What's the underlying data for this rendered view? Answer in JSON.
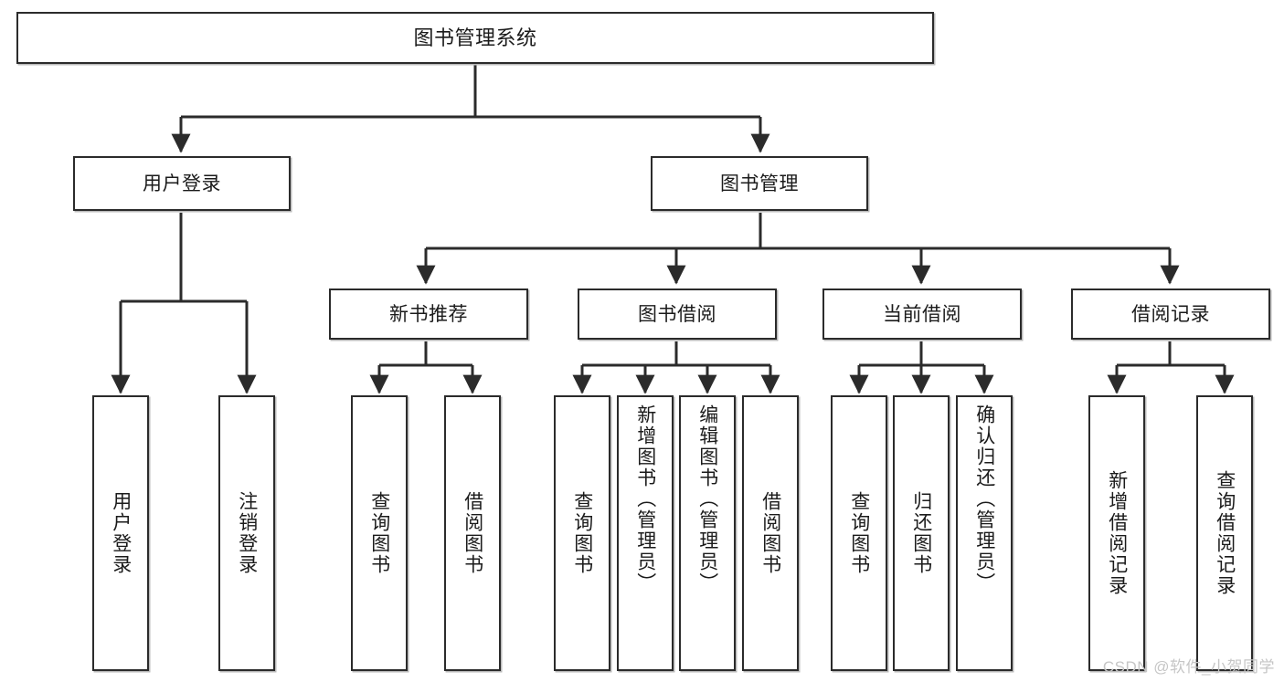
{
  "diagram": {
    "title": "图书管理系统",
    "watermark": "CSDN @软件_小贺同学",
    "stroke_color": "#2b2b2b",
    "shadow_color": "#b9b9b9",
    "background_color": "#ffffff",
    "text_color": "#1b1b1b"
  },
  "nodes": {
    "root": {
      "label": "图书管理系统"
    },
    "level1": [
      {
        "label": "用户登录"
      },
      {
        "label": "图书管理"
      }
    ],
    "level2": [
      {
        "label": "新书推荐"
      },
      {
        "label": "图书借阅"
      },
      {
        "label": "当前借阅"
      },
      {
        "label": "借阅记录"
      }
    ],
    "leaves": {
      "user_login": [
        {
          "label": "用户登录"
        },
        {
          "label": "注销登录"
        }
      ],
      "new_book_rec": [
        {
          "label": "查询图书"
        },
        {
          "label": "借阅图书"
        }
      ],
      "book_borrow": [
        {
          "label": "查询图书"
        },
        {
          "label": "新增图书（管理员）"
        },
        {
          "label": "编辑图书（管理员）"
        },
        {
          "label": "借阅图书"
        }
      ],
      "current_borrow": [
        {
          "label": "查询图书"
        },
        {
          "label": "归还图书"
        },
        {
          "label": "确认归还（管理员）"
        }
      ],
      "borrow_record": [
        {
          "label": "新增借阅记录"
        },
        {
          "label": "查询借阅记录"
        }
      ]
    }
  }
}
